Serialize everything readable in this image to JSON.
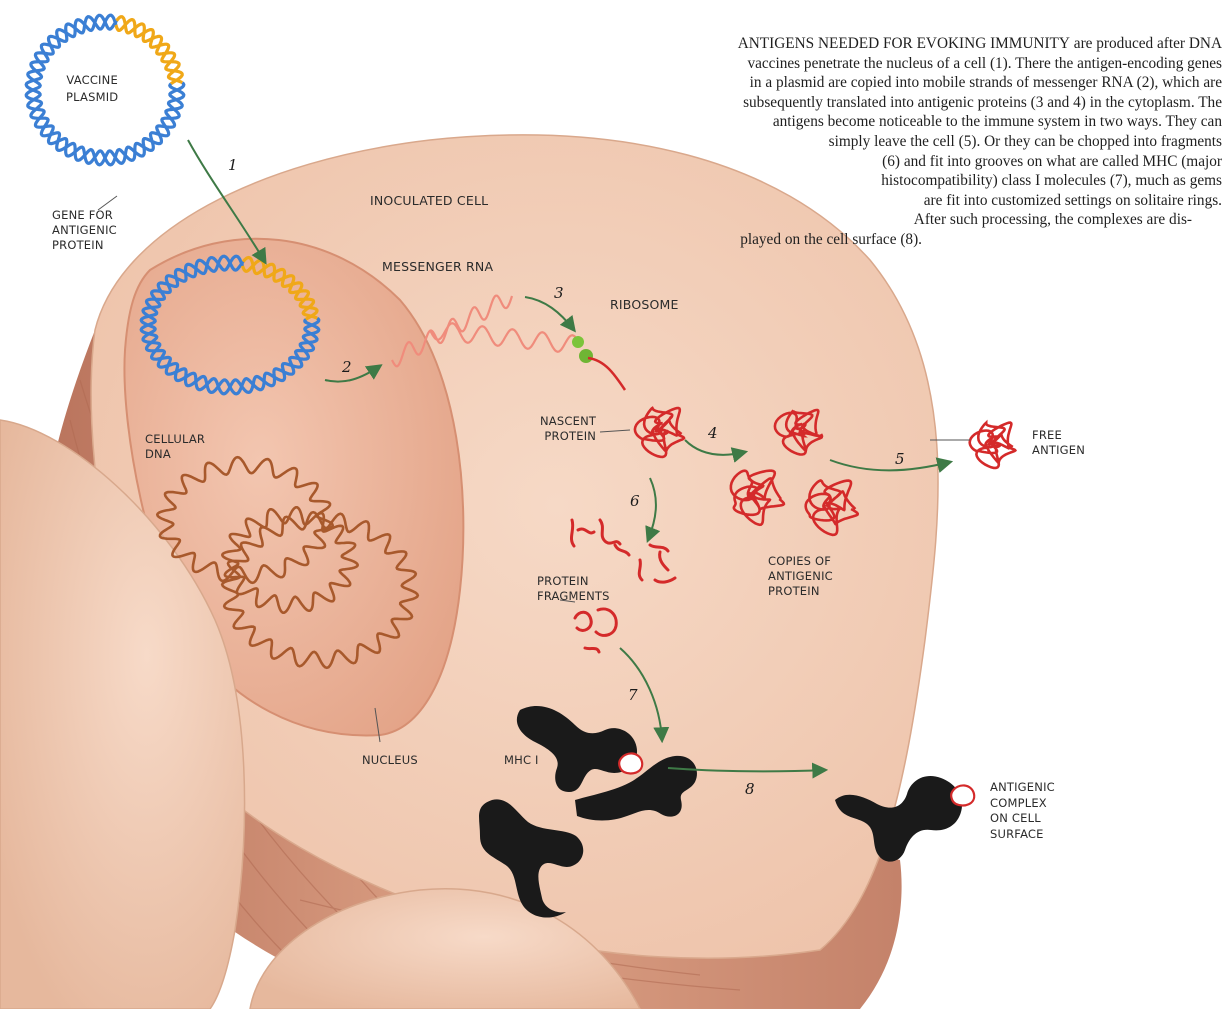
{
  "caption": {
    "line1_lead": "ANTIGENS NEEDED FOR EVOKING IMMUNITY",
    "line1_rest": " are produced after DNA",
    "lines": [
      "vaccines penetrate the nucleus of a cell (1). There the antigen-encoding genes",
      "in a plasmid are copied into mobile strands of messenger RNA (2), which are",
      "subsequently translated into antigenic proteins (3 and 4) in the cytoplasm. The",
      "antigens become noticeable to the immune system in two ways. They can",
      "simply leave the cell (5). Or they can be chopped into fragments",
      "(6) and fit into grooves on what are called MHC (major",
      "histocompatibility) class I molecules (7), much as gems",
      "are fit into customized settings on solitaire rings.",
      "After such processing, the complexes are dis-",
      "played on the cell surface (8)."
    ]
  },
  "labels": {
    "vaccine_plasmid": "VACCINE\nPLASMID",
    "gene_for_antigenic_protein": "GENE FOR\nANTIGENIC\nPROTEIN",
    "inoculated_cell": "INOCULATED CELL",
    "messenger_rna": "MESSENGER RNA",
    "ribosome": "RIBOSOME",
    "cellular_dna": "CELLULAR\nDNA",
    "nascent_protein": "NASCENT\nPROTEIN",
    "free_antigen": "FREE\nANTIGEN",
    "copies_of_antigenic_protein": "COPIES OF\nANTIGENIC\nPROTEIN",
    "protein_fragments": "PROTEIN\nFRAGMENTS",
    "nucleus": "NUCLEUS",
    "mhc_i": "MHC I",
    "antigenic_complex": "ANTIGENIC\nCOMPLEX\nON CELL\nSURFACE"
  },
  "steps": [
    "1",
    "2",
    "3",
    "4",
    "5",
    "6",
    "7",
    "8"
  ],
  "colors": {
    "plasmid_blue": "#3b7fd4",
    "plasmid_orange": "#f0a818",
    "cell_fill": "#f2cdb6",
    "cell_side": "#d99a80",
    "nucleus_fill": "#eeb69e",
    "cellular_dna": "#a8592c",
    "protein_red": "#d42a2a",
    "mrna_pink": "#f08c7c",
    "ribosome_green": "#7cc43a",
    "arrow_green": "#3e7a46",
    "mhc_black": "#1a1a1a"
  }
}
